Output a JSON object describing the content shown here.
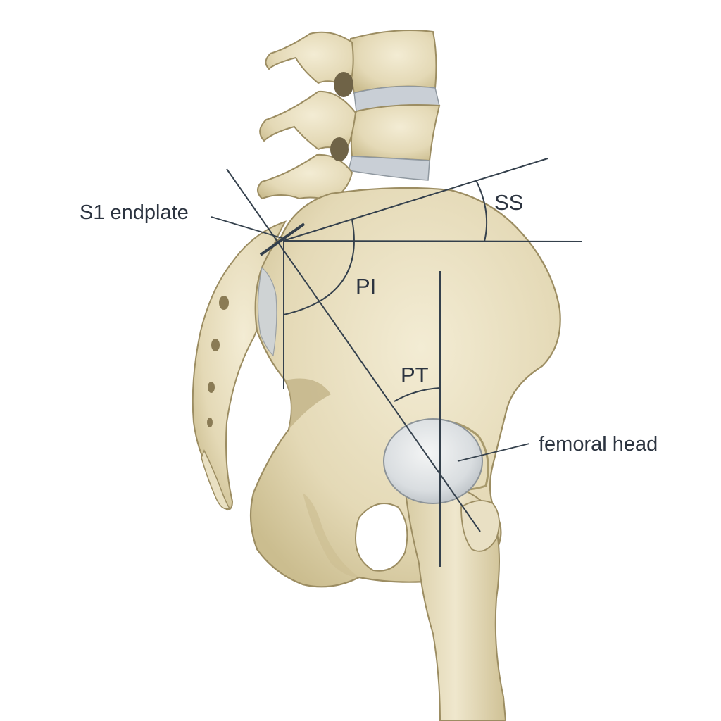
{
  "labels": {
    "s1_endplate": "S1 endplate",
    "ss": "SS",
    "pi": "PI",
    "pt": "PT",
    "femoral_head": "femoral head"
  },
  "colors": {
    "bone": "#e6dcbc",
    "bone_light": "#f1ead2",
    "bone_shadow": "#c9bb90",
    "bone_outline": "#9c8d62",
    "disc": "#c9cfd6",
    "cartilage": "#dfe3e6",
    "line": "#34404c"
  }
}
